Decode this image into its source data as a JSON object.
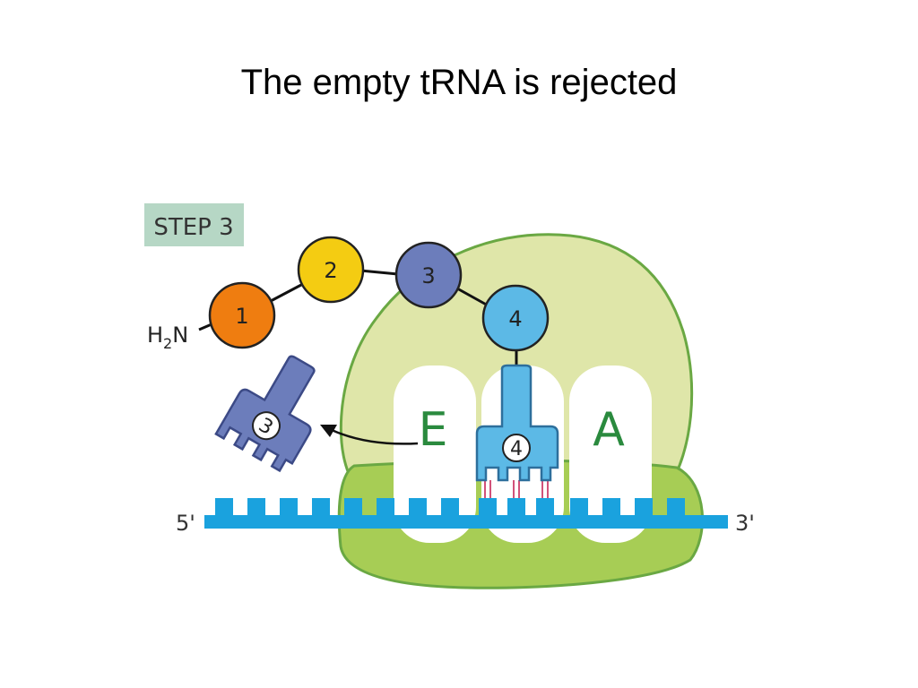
{
  "slide": {
    "title": "The empty tRNA is rejected"
  },
  "diagram": {
    "step_label": "STEP 3",
    "amino_terminus": {
      "base": "H",
      "subscript": "2",
      "tail": "N"
    },
    "amino_acids": [
      {
        "number": "1",
        "color": "#ef7d10"
      },
      {
        "number": "2",
        "color": "#f4cc12"
      },
      {
        "number": "3",
        "color": "#6c7dbb"
      },
      {
        "number": "4",
        "color": "#5cb9e6"
      }
    ],
    "sites": {
      "e": "E",
      "a": "A"
    },
    "trna_bound": {
      "number": "4",
      "color": "#5cb9e6"
    },
    "trna_released": {
      "number": "3",
      "color": "#6c7dbb"
    },
    "mrna": {
      "five_prime": "5'",
      "three_prime": "3'",
      "color": "#1aa2de"
    },
    "colors": {
      "large_subunit": "#dfe6a9",
      "small_subunit": "#a7cd55",
      "subunit_outline": "#6aa843",
      "site_letters": "#2a8a3e",
      "step_box": "#b6d7c5",
      "base_pair": "#d2527a"
    }
  }
}
